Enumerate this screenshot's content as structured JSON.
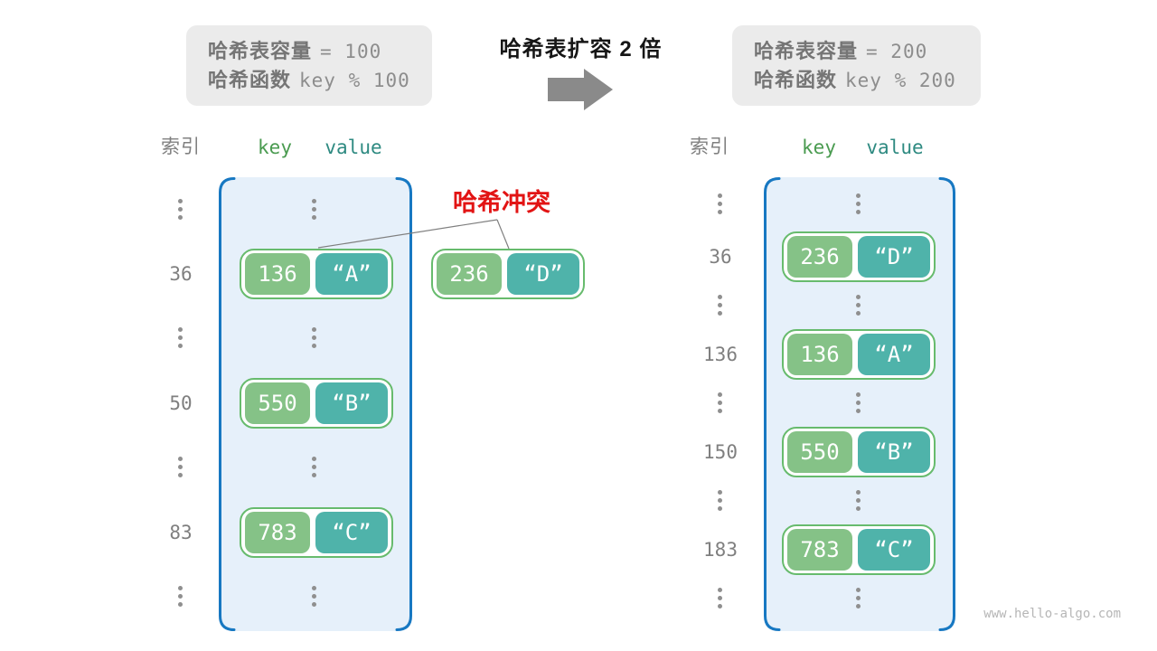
{
  "colors": {
    "key_block_green": "#85c287",
    "value_block_teal": "#4fb3aa",
    "pair_border_green": "#67bb6d",
    "bucket_border_blue": "#1778c2",
    "bucket_fill_blue": "#e6f0fa",
    "collision_red": "#e21414",
    "infobox_gray": "#ebebeb",
    "text_gray": "#7f7f7f",
    "arrow_gray": "#8a8a8a"
  },
  "icons": {
    "arrow": "right-arrow",
    "ellipsis": "vertical-dots"
  },
  "before_box": {
    "cap_label": "哈希表容量",
    "cap_value": "= 100",
    "fn_label": "哈希函数",
    "fn_value": "key % 100"
  },
  "transition": {
    "title": "哈希表扩容 2 倍"
  },
  "after_box": {
    "cap_label": "哈希表容量",
    "cap_value": "= 200",
    "fn_label": "哈希函数",
    "fn_value": "key % 200"
  },
  "collision": {
    "label": "哈希冲突",
    "pair": {
      "key": "236",
      "value": "“D”"
    }
  },
  "left_table": {
    "headers": {
      "index": "索引",
      "key": "key",
      "value": "value"
    },
    "rows": [
      {
        "index": "36",
        "key": "136",
        "value": "“A”"
      },
      {
        "index": "50",
        "key": "550",
        "value": "“B”"
      },
      {
        "index": "83",
        "key": "783",
        "value": "“C”"
      }
    ]
  },
  "right_table": {
    "headers": {
      "index": "索引",
      "key": "key",
      "value": "value"
    },
    "rows": [
      {
        "index": "36",
        "key": "236",
        "value": "“D”"
      },
      {
        "index": "136",
        "key": "136",
        "value": "“A”"
      },
      {
        "index": "150",
        "key": "550",
        "value": "“B”"
      },
      {
        "index": "183",
        "key": "783",
        "value": "“C”"
      }
    ]
  },
  "watermark": "www.hello-algo.com"
}
